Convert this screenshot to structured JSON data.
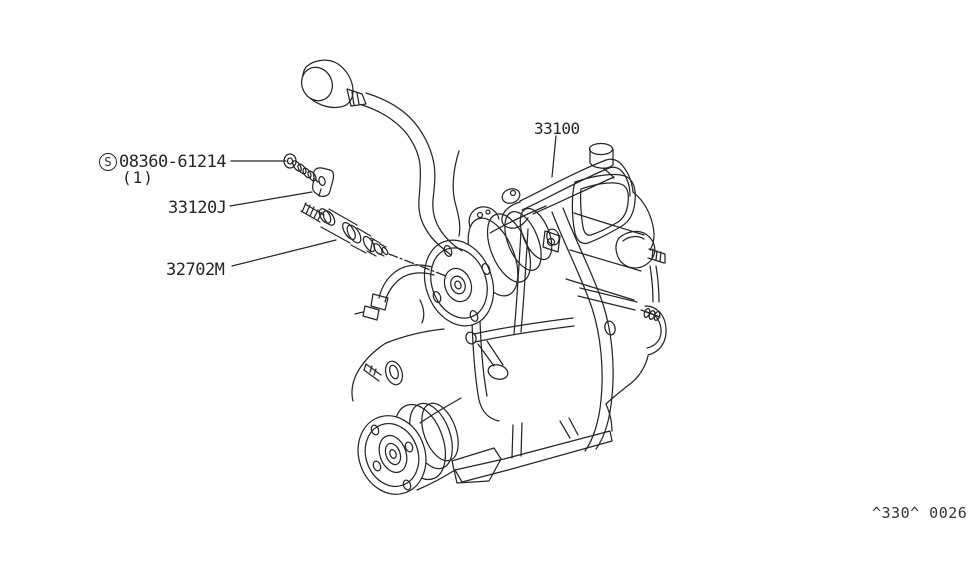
{
  "canvas": {
    "background": "#ffffff",
    "line_color": "#262626"
  },
  "callouts": [
    {
      "symbol": "S",
      "code": "08360-61214",
      "quantity": "(1)"
    },
    {
      "code": "33120J"
    },
    {
      "code": "32702M"
    },
    {
      "code": "33100"
    }
  ],
  "footer": {
    "drawing_code": "^330^ 0026"
  }
}
